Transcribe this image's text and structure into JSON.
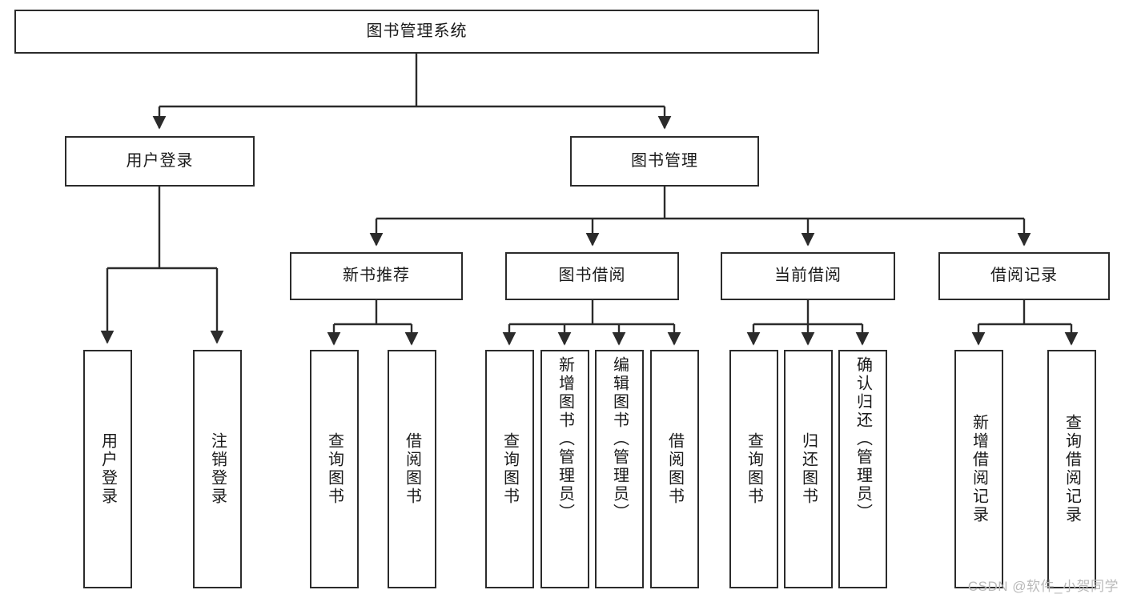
{
  "diagram": {
    "title": "图书管理系统",
    "type": "tree",
    "line_color": "#2b2b2b",
    "box_fill": "#ffffff",
    "text_color": "#1a1a1a",
    "nodes": {
      "root": {
        "label": "图书管理系统"
      },
      "l2": [
        {
          "id": "user-login",
          "label": "用户登录"
        },
        {
          "id": "book-manage",
          "label": "图书管理"
        }
      ],
      "l3": [
        {
          "id": "new-book-rec",
          "label": "新书推荐"
        },
        {
          "id": "book-borrow",
          "label": "图书借阅"
        },
        {
          "id": "current-borrow",
          "label": "当前借阅"
        },
        {
          "id": "borrow-record",
          "label": "借阅记录"
        }
      ],
      "leaves": {
        "user_login": [
          {
            "id": "leaf-user-login",
            "label": "用户登录"
          },
          {
            "id": "leaf-logout",
            "label": "注销登录"
          }
        ],
        "new_book_rec": [
          {
            "id": "leaf-query-book-1",
            "label": "查询图书"
          },
          {
            "id": "leaf-borrow-book-1",
            "label": "借阅图书"
          }
        ],
        "book_borrow": [
          {
            "id": "leaf-query-book-2",
            "label": "查询图书"
          },
          {
            "id": "leaf-add-book",
            "label": "新增图书（管理员）"
          },
          {
            "id": "leaf-edit-book",
            "label": "编辑图书（管理员）"
          },
          {
            "id": "leaf-borrow-book-2",
            "label": "借阅图书"
          }
        ],
        "current_borrow": [
          {
            "id": "leaf-query-book-3",
            "label": "查询图书"
          },
          {
            "id": "leaf-return-book",
            "label": "归还图书"
          },
          {
            "id": "leaf-confirm-return",
            "label": "确认归还（管理员）"
          }
        ],
        "borrow_record": [
          {
            "id": "leaf-add-record",
            "label": "新增借阅记录"
          },
          {
            "id": "leaf-query-record",
            "label": "查询借阅记录"
          }
        ]
      }
    }
  },
  "watermark": {
    "text": "CSDN @软件_小贺同学"
  }
}
